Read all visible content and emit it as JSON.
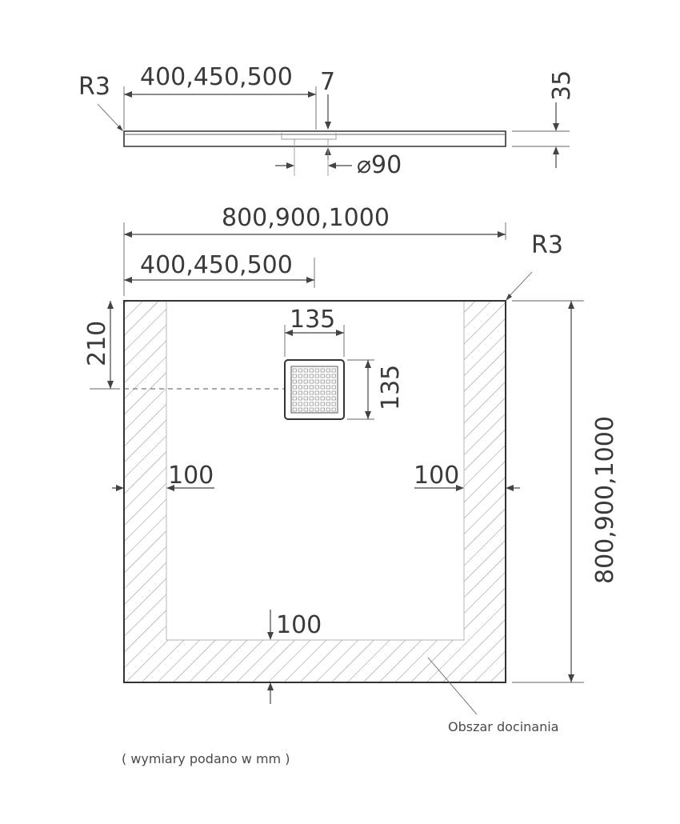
{
  "side_view": {
    "radius_label": "R3",
    "drain_offset_label": "400,450,500",
    "drain_depth_label": "7",
    "height_label": "35",
    "drain_diameter_label": "⌀90"
  },
  "top_view": {
    "width_label": "800,900,1000",
    "drain_offset_label": "400,450,500",
    "radius_label": "R3",
    "drain_from_top_label": "210",
    "drain_width_label": "135",
    "drain_height_label": "135",
    "trim_left_label": "100",
    "trim_right_label": "100",
    "trim_bottom_label": "100",
    "depth_label": "800,900,1000",
    "trim_area_label": "Obszar docinania"
  },
  "footnote": "( wymiary podano w mm )"
}
